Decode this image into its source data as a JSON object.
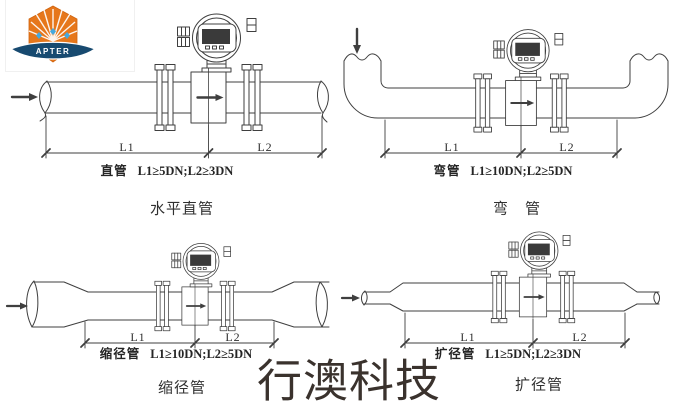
{
  "logo": {
    "brand": "APTER",
    "orange": "#e6771b",
    "navy": "#174a70",
    "accent_blue": "#45a9de"
  },
  "art": {
    "line_color": "#3f3f3f"
  },
  "watermark": {
    "text": "行澳科技",
    "color": "#3a322d"
  },
  "diagrams": {
    "straight": {
      "dim_l1": "L1",
      "dim_l2": "L2",
      "spec_name": "直管",
      "spec_formula": "L1≥5DN;L2≥3DN",
      "caption": "水平直管"
    },
    "bend": {
      "dim_l1": "L1",
      "dim_l2": "L2",
      "spec_name": "弯管",
      "spec_formula": "L1≥10DN;L2≥5DN",
      "caption": "弯　管"
    },
    "reducer": {
      "dim_l1": "L1",
      "dim_l2": "L2",
      "spec_name": "缩径管",
      "spec_formula": "L1≥10DN;L2≥5DN",
      "caption": "缩径管"
    },
    "expander": {
      "dim_l1": "L1",
      "dim_l2": "L2",
      "spec_name": "扩径管",
      "spec_formula": "L1≥5DN;L2≥3DN",
      "caption": "扩径管"
    }
  }
}
